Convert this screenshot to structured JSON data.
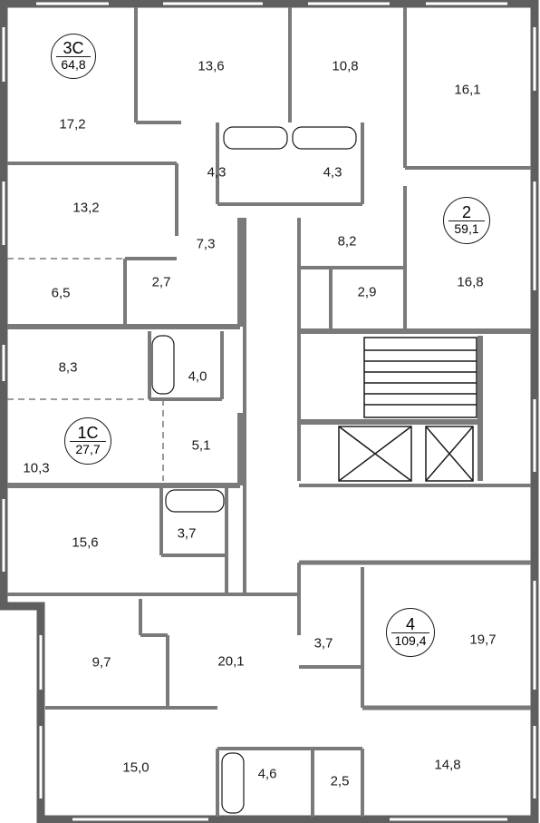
{
  "apartments": [
    {
      "id": "3С",
      "area": "64,8"
    },
    {
      "id": "2",
      "area": "59,1"
    },
    {
      "id": "1С",
      "area": "27,7"
    },
    {
      "id": "4",
      "area": "109,4"
    }
  ],
  "rooms": [
    "17,2",
    "13,6",
    "10,8",
    "16,1",
    "4,3",
    "4,3",
    "13,2",
    "7,3",
    "8,2",
    "6,5",
    "2,7",
    "2,9",
    "16,8",
    "8,3",
    "4,0",
    "5,1",
    "10,3",
    "15,6",
    "3,7",
    "3,7",
    "9,7",
    "20,1",
    "19,7",
    "15,0",
    "4,6",
    "2,5",
    "14,8"
  ],
  "colors": {
    "wall": "#5f5f5f",
    "wall_dark": "#262626",
    "line": "#7a7a7a",
    "window": "#9a9a9a"
  }
}
